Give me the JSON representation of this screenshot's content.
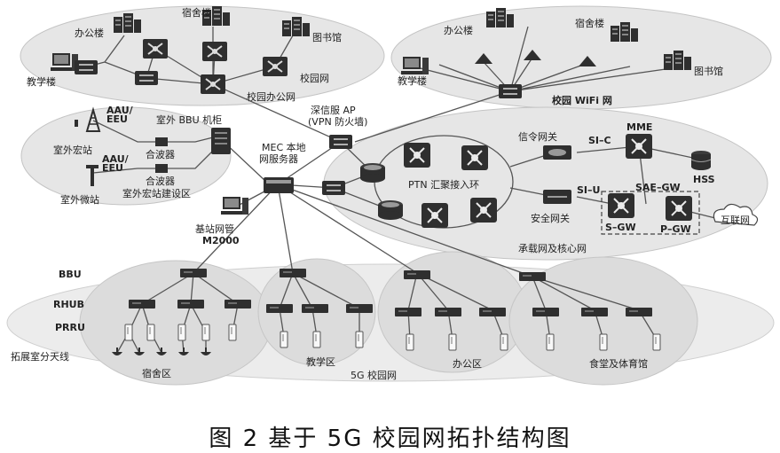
{
  "caption": "图 2   基于 5G 校园网拓扑结构图",
  "zones": {
    "campus_office_net": "校园办公网",
    "campus_wifi": "校园 WiFi 网",
    "outdoor_macro_area": "室外宏站建设区",
    "bearer_core": "承载网及核心网",
    "campus_5g": "5G 校园网"
  },
  "left_campus": {
    "office": "办公楼",
    "dorm": "宿舍楼",
    "library": "图书馆",
    "teaching": "教学楼",
    "campus_net": "校园网"
  },
  "right_campus": {
    "office": "办公楼",
    "dorm": "宿舍楼",
    "library": "图书馆",
    "teaching": "教学楼"
  },
  "outdoor": {
    "aau_eeu": "AAU/ EEU",
    "aau_eeu_line1": "AAU/",
    "aau_eeu_line2": "EEU",
    "macro_station": "室外宏站",
    "micro_station": "室外微站",
    "bbu_cabinet": "室外 BBU 机柜",
    "combiner": "合波器"
  },
  "core": {
    "firewall_line1": "深信服 AP",
    "firewall_line2": "(VPN 防火墙)",
    "mec_line1": "MEC 本地",
    "mec_line2": "网服务器",
    "mgmt_line1": "基站网管",
    "mgmt_line2": "M2000",
    "ptn_ring": "PTN 汇聚接入环",
    "signal_gw": "信令网关",
    "security_gw": "安全网关",
    "si_c": "SI–C",
    "si_u": "SI–U",
    "mme": "MME",
    "hss": "HSS",
    "sae_gw": "SAE–GW",
    "s_gw": "S–GW",
    "p_gw": "P–GW",
    "internet": "互联网"
  },
  "rows": {
    "bbu": "BBU",
    "rhub": "RHUB",
    "prru": "PRRU",
    "antenna": "拓展室分天线"
  },
  "areas": {
    "dorm": "宿舍区",
    "teaching": "教学区",
    "office": "办公区",
    "canteen_gym": "食堂及体育馆"
  },
  "colors": {
    "zone_fill": "#e6e6e6",
    "zone_stroke": "#c4c4c4",
    "device_dark": "#2f2f2f",
    "line": "#555555"
  }
}
